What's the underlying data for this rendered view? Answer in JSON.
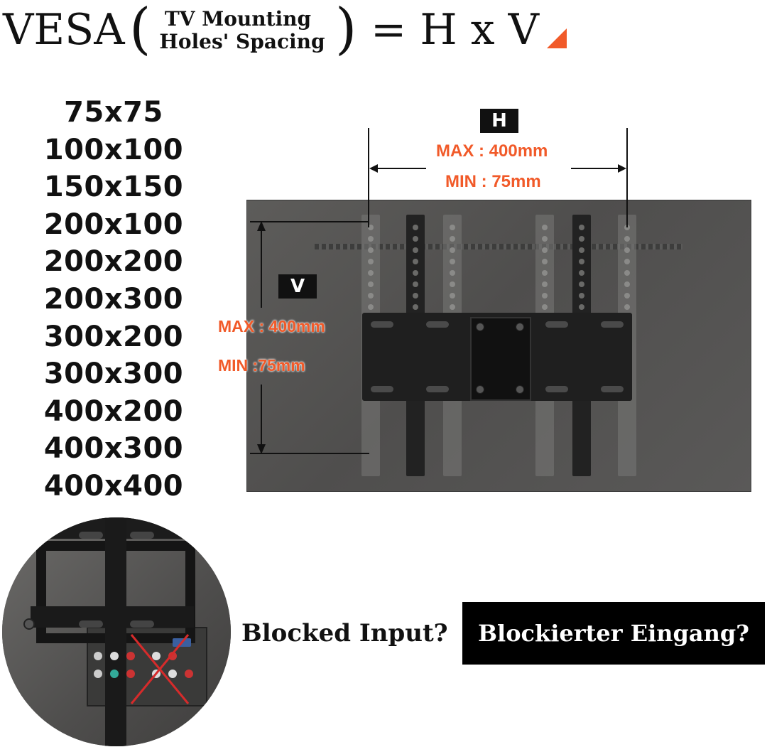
{
  "title": {
    "vesa": "VESA",
    "open_paren": "(",
    "line1": "TV Mounting",
    "line2": "Holes' Spacing",
    "close_paren": ")",
    "equation": "= H x V",
    "accent_color": "#f15a29"
  },
  "sizes": [
    "75x75",
    "100x100",
    "150x150",
    "200x100",
    "200x200",
    "200x300",
    "300x200",
    "300x300",
    "400x200",
    "400x300",
    "400x400"
  ],
  "diagram": {
    "h_label": "H",
    "h_max": "MAX :  400mm",
    "h_min": "MIN :  75mm",
    "v_label": "V",
    "v_max": "MAX : 400mm",
    "v_min": "MIN :75mm",
    "icons": [
      "tv-panel",
      "mounting-bracket",
      "dimension-arrow"
    ]
  },
  "bottom": {
    "blocked_en": "Blocked Input?",
    "blocked_de": "Blockierter Eingang?",
    "inset_icons": [
      "bracket-closeup",
      "av-ports",
      "red-cross-mark"
    ]
  }
}
